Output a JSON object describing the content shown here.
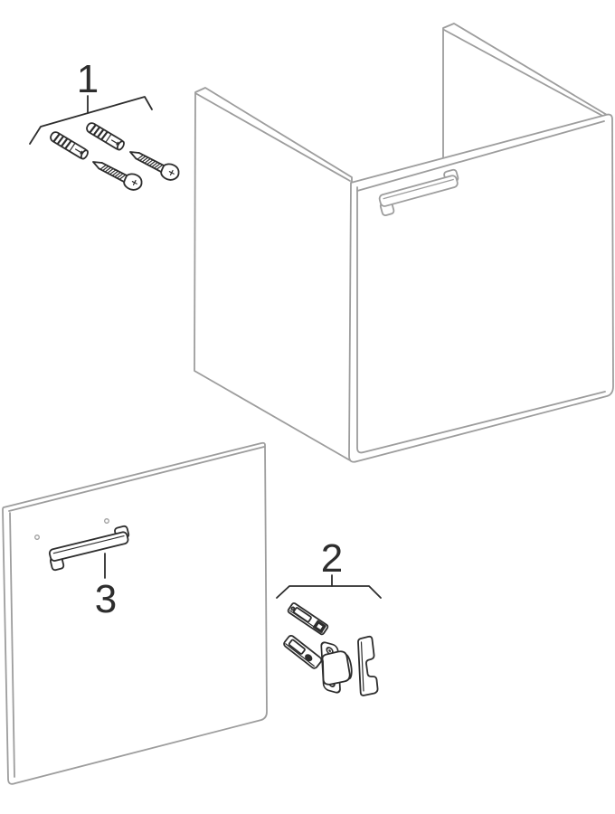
{
  "canvas": {
    "background": "#ffffff"
  },
  "colors": {
    "outline_light": "#9d9d9d",
    "outline_dark": "#2d2d2d"
  },
  "callouts": {
    "fixing_set": {
      "label": "1"
    },
    "hinge_set": {
      "label": "2"
    },
    "handle_set": {
      "label": "3"
    }
  },
  "legend": {
    "fixing_set_items": [
      "wall-plug-icon",
      "wall-plug-icon",
      "screw-icon",
      "screw-icon"
    ],
    "hinge_set_items": [
      "soft-close-damper-icon",
      "hinge-icon",
      "cover-cap-icon"
    ],
    "handle_set_items": [
      "door-handle-icon"
    ],
    "cabinet_items": [
      "cabinet-body",
      "drawer-front",
      "drawer-handle-icon",
      "door-panel"
    ]
  }
}
